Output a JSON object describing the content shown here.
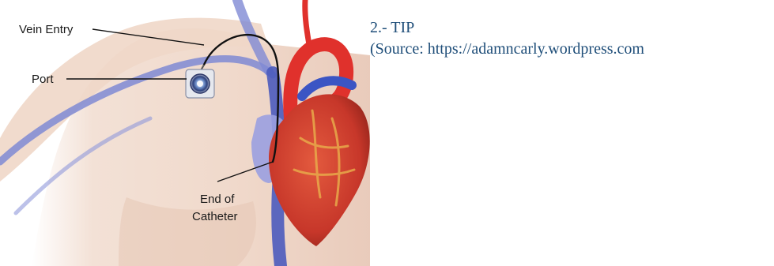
{
  "figure": {
    "labels": {
      "vein_entry": "Vein Entry",
      "port": "Port",
      "end_of_catheter_line1": "End of",
      "end_of_catheter_line2": "Catheter"
    },
    "colors": {
      "skin": "#f2ddd0",
      "vein": "#7f89d4",
      "heart_red": "#d43b2c",
      "artery_red": "#e0312c",
      "catheter": "#111111",
      "caption": "#1f4e79"
    }
  },
  "caption": {
    "line1": "2.- TIP",
    "line2": "(Source: https://adamncarly.wordpress.com"
  }
}
